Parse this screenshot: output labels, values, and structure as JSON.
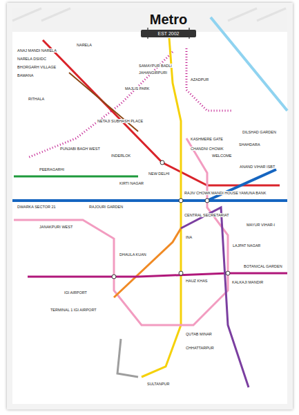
{
  "diagram": {
    "title": "Metro",
    "nodes": [
      {
        "text": [
          "EST 2002"
        ]
      }
    ],
    "labels": [
      "NARELA",
      "ANAJ MANDI NARELA",
      "NARELA DSIIDC",
      "BHORGARH VILLAGE",
      "BAWANA",
      "RITHALA",
      "SAMAYPUR BADLI",
      "JAHANGIRPURI",
      "MAJLIS PARK",
      "AZADPUR",
      "NETAJI SUBHASH PLACE",
      "PUNJABI BAGH WEST",
      "PEERAGARHI",
      "INDERLOK",
      "KASHMERE GATE",
      "CHANDNI CHOWK",
      "RAJIV CHOWK",
      "MANDI HOUSE",
      "YAMUNA BANK",
      "DWARKA SECTOR 21",
      "JANAKPURI WEST",
      "RAJOURI GARDEN",
      "KIRTI NAGAR",
      "CENTRAL SECRETARIAT",
      "INA",
      "NEW DELHI",
      "DHAULA KUAN",
      "IGI AIRPORT",
      "TERMINAL 1 IGI AIRPORT",
      "HAUZ KHAS",
      "KALKAJI MANDIR",
      "BOTANICAL GARDEN",
      "QUTAB MINAR",
      "CHHATTARPUR",
      "SULTANPUR",
      "LAJPAT NAGAR",
      "MAYUR VIHAR-I",
      "ANAND VIHAR ISBT",
      "SHAHDARA",
      "DILSHAD GARDEN",
      "WELCOME"
    ]
  }
}
